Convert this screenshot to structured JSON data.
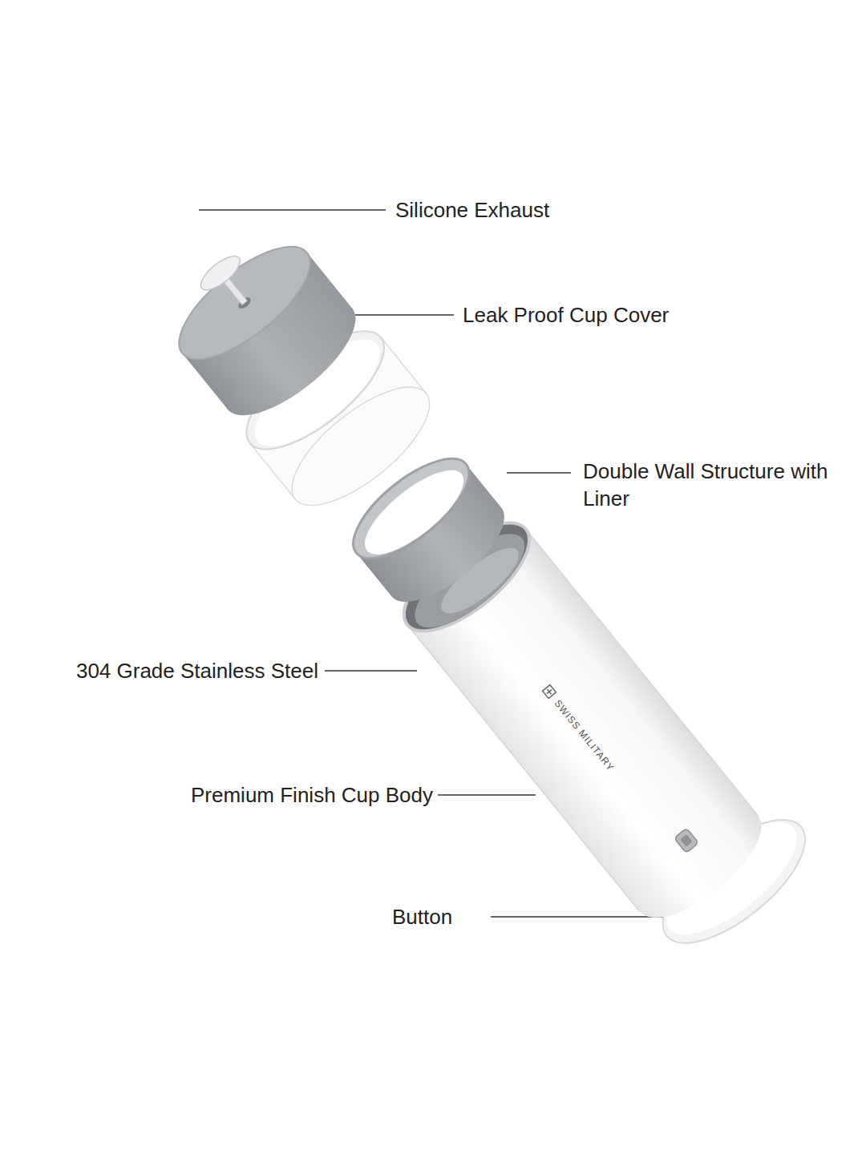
{
  "diagram": {
    "labels": [
      "Silicone Exhaust",
      "Leak Proof Cup Cover",
      "Double Wall Structure with Liner",
      "304 Grade Stainless Steel",
      "Premium Finish Cup Body",
      "Button",
      "SWISS MILITARY"
    ]
  }
}
